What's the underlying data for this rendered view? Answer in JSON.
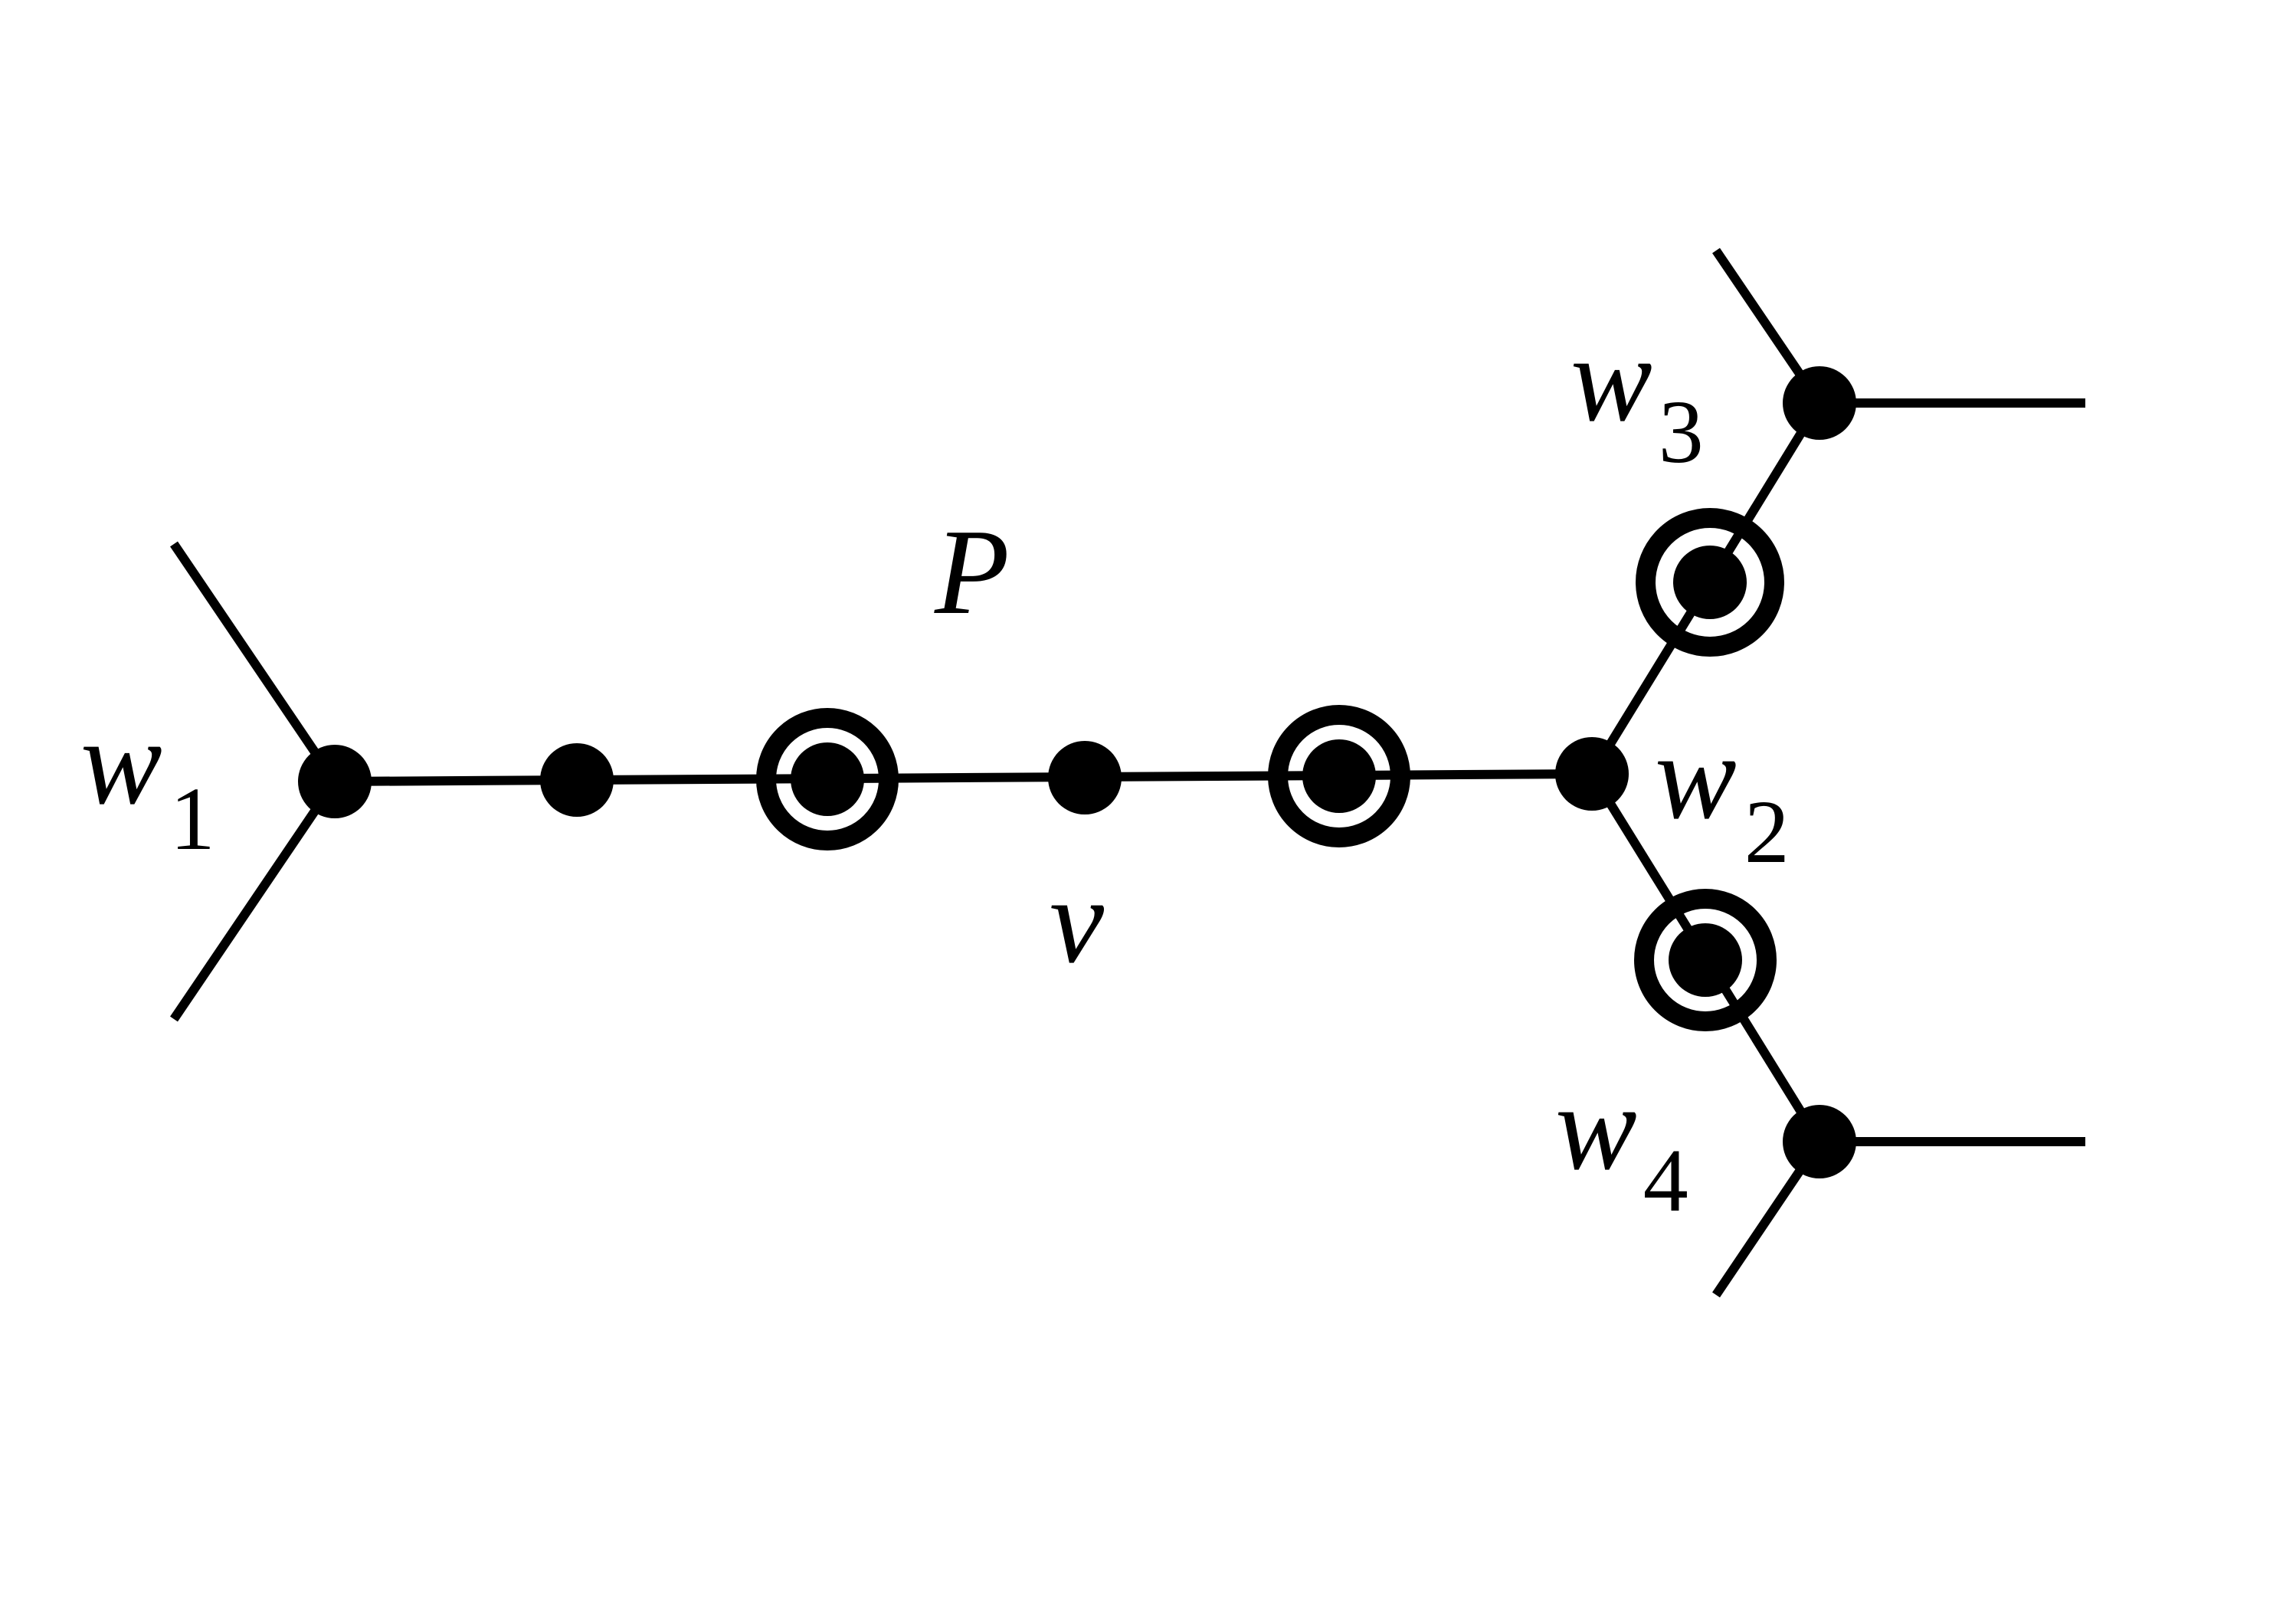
{
  "diagram": {
    "labels": {
      "P": "P",
      "v": "v",
      "w1": {
        "base": "w",
        "sub": "1"
      },
      "w2": {
        "base": "w",
        "sub": "2"
      },
      "w3": {
        "base": "w",
        "sub": "3"
      },
      "w4": {
        "base": "w",
        "sub": "4"
      }
    },
    "colors": {
      "stroke": "#000000",
      "background": "#ffffff"
    }
  }
}
